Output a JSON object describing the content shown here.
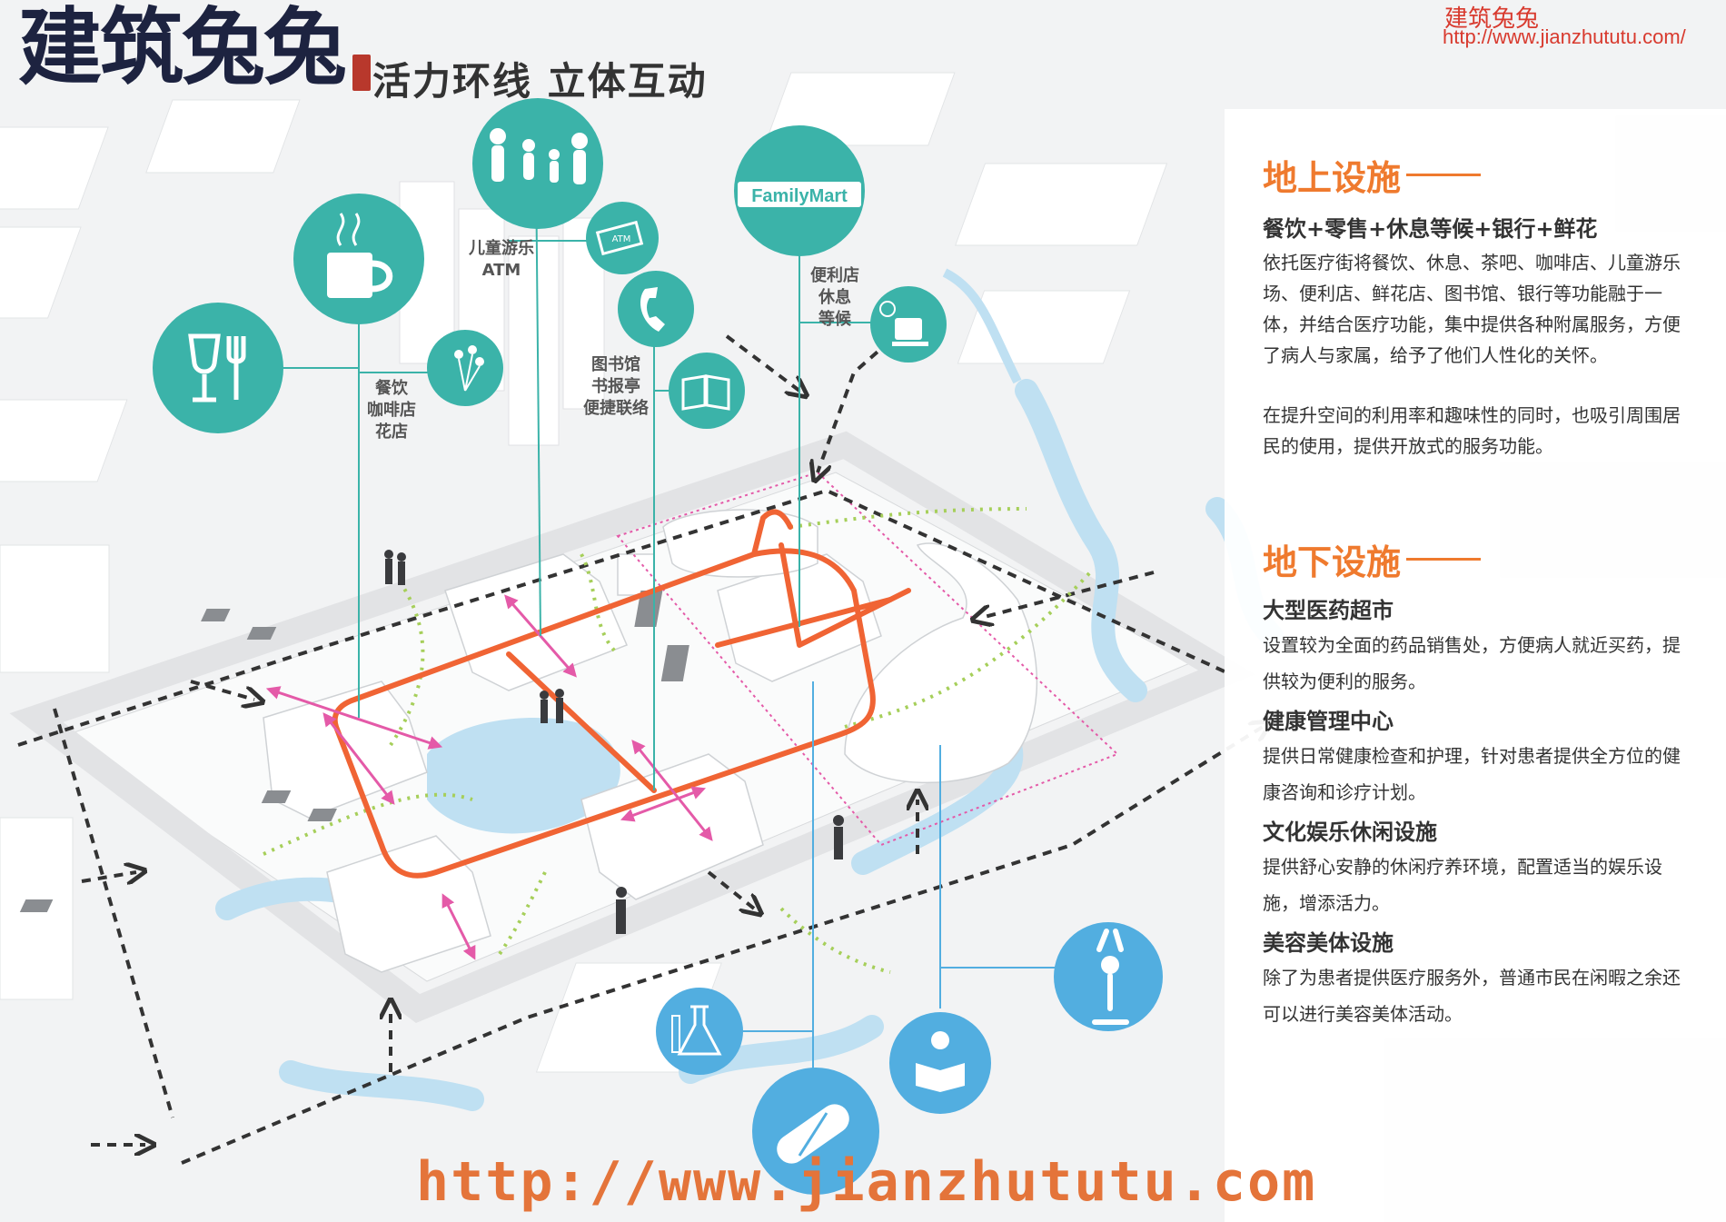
{
  "header": {
    "brand_logo": "建筑兔兔",
    "title": "活力环线 立体互动",
    "site_name": "建筑兔兔",
    "site_url": "http://www.jianzhututu.com/"
  },
  "watermark": {
    "bottom_url": "http://www.jianzhututu.com"
  },
  "colors": {
    "accent_orange": "#ef7a2e",
    "teal": "#3bb3a9",
    "blue": "#52aee0",
    "route": "#f06434",
    "water": "#bfe0f2"
  },
  "icons": {
    "above": [
      {
        "name": "children-play-icon",
        "label": "儿童游乐\nATM"
      },
      {
        "name": "familymart-icon",
        "brand": "FamilyMart"
      },
      {
        "name": "coffee-cup-icon"
      },
      {
        "name": "atm-icon",
        "text": "ATM"
      },
      {
        "name": "phone-icon"
      },
      {
        "name": "dining-icon",
        "label": "餐饮\n咖啡店\n花店"
      },
      {
        "name": "flower-icon"
      },
      {
        "name": "book-icon",
        "label": "图书馆\n书报亭\n便捷联络"
      },
      {
        "name": "waiting-seat-icon",
        "label": "便利店\n休息\n等候"
      }
    ],
    "below": [
      {
        "name": "lab-flask-icon"
      },
      {
        "name": "reading-icon"
      },
      {
        "name": "yoga-icon"
      },
      {
        "name": "pill-icon"
      }
    ]
  },
  "panel": {
    "above_ground": {
      "title": "地上设施",
      "subtitle": "餐饮+零售+休息等候+银行+鲜花",
      "para1": "依托医疗街将餐饮、休息、茶吧、咖啡店、儿童游乐场、便利店、鲜花店、图书馆、银行等功能融于一体，并结合医疗功能，集中提供各种附属服务，方便了病人与家属，给予了他们人性化的关怀。",
      "para2": "在提升空间的利用率和趣味性的同时，也吸引周围居民的使用，提供开放式的服务功能。"
    },
    "underground": {
      "title": "地下设施",
      "items": [
        {
          "heading": "大型医药超市",
          "text": "设置较为全面的药品销售处，方便病人就近买药，提供较为便利的服务。"
        },
        {
          "heading": "健康管理中心",
          "text": "提供日常健康检查和护理，针对患者提供全方位的健康咨询和诊疗计划。"
        },
        {
          "heading": "文化娱乐休闲设施",
          "text": "提供舒心安静的休闲疗养环境，配置适当的娱乐设施，增添活力。"
        },
        {
          "heading": "美容美体设施",
          "text": "除了为患者提供医疗服务外，普通市民在闲暇之余还可以进行美容美体活动。"
        }
      ]
    }
  }
}
